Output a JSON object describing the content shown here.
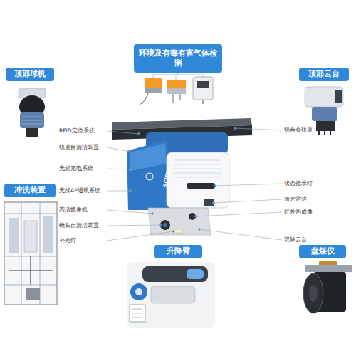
{
  "diagram": {
    "nodes": [
      {
        "text": [
          "环境及有毒有害气体检测"
        ]
      },
      {
        "text": [
          "顶部球机"
        ]
      },
      {
        "text": [
          "顶部云台"
        ]
      },
      {
        "text": [
          "冲洗装置"
        ]
      },
      {
        "text": [
          "升降臂"
        ]
      },
      {
        "text": [
          "盘煤仪"
        ]
      }
    ],
    "labels": [
      "RFID定位系统",
      "轨道自清洁装置",
      "无线充电系统",
      "无线AP通讯系统",
      "高清摄像机",
      "镜头自清洁装置",
      "补光灯",
      "铝合金轨道",
      "状态指示灯",
      "激光雷达",
      "红外热成像",
      "双轴云台",
      "SCITON"
    ]
  }
}
